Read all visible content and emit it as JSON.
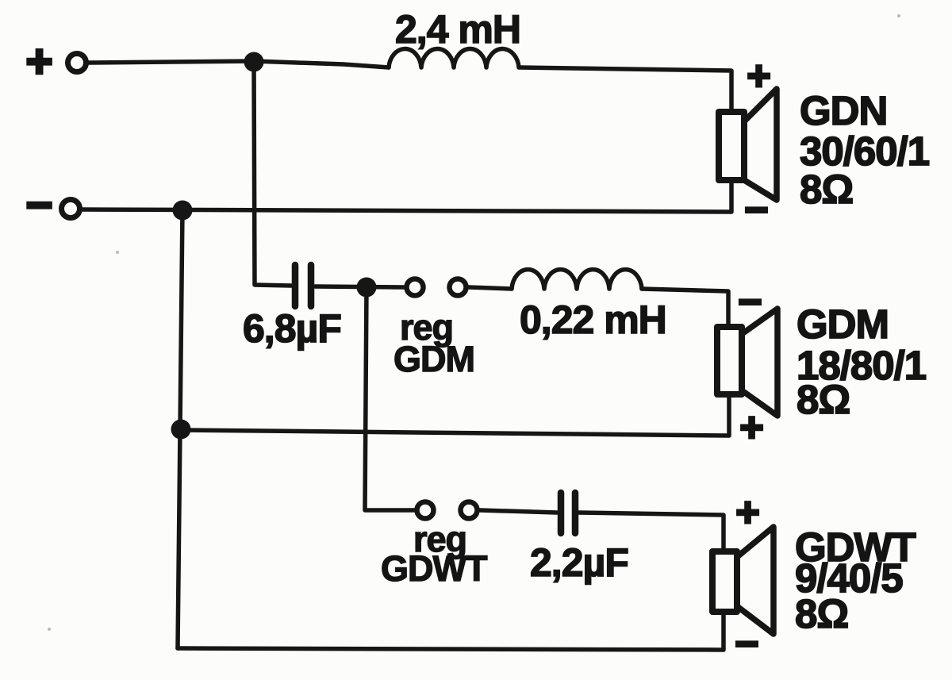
{
  "colors": {
    "ink": "#161616",
    "paper": "#fcfcfa"
  },
  "input": {
    "plus_label": "+",
    "minus_label": "−"
  },
  "woofer_branch": {
    "inductor_label": "2,4 mH",
    "speaker": {
      "name": "GDN",
      "model": "30/60/1",
      "impedance": "8Ω",
      "top_polarity": "+",
      "bottom_polarity": "−"
    }
  },
  "midrange_branch": {
    "capacitor_label": "6,8µF",
    "regulator_label_line1": "reg",
    "regulator_label_line2": "GDM",
    "inductor_label": "0,22 mH",
    "speaker": {
      "name": "GDM",
      "model": "18/80/1",
      "impedance": "8Ω",
      "top_polarity": "−",
      "bottom_polarity": "+"
    }
  },
  "tweeter_branch": {
    "regulator_label_line1": "reg",
    "regulator_label_line2": "GDWT",
    "capacitor_label": "2,2µF",
    "speaker": {
      "name": "GDWT",
      "model": "9/40/5",
      "impedance": "8Ω",
      "top_polarity": "+",
      "bottom_polarity": "−"
    }
  }
}
